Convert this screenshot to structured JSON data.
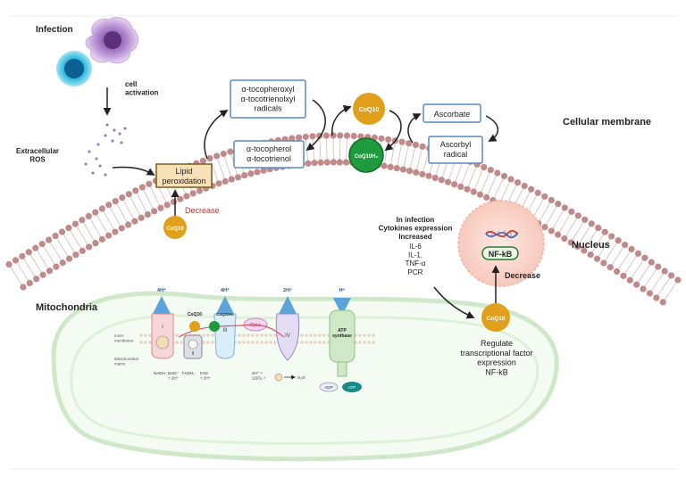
{
  "labels": {
    "infection": "Infection",
    "cell_activation": "cell\nactivation",
    "extracellular_ros": "Extracellular\nROS",
    "lipid_peroxidation": "Lipid\nperoxidation",
    "decrease": "Decrease",
    "coq10": "CoQ10",
    "coq10h2": "CoQ10H₂",
    "tocopheroxyl": "α-tocopheroxyl\nα-tocotrienolxyl\nradicals",
    "tocopherol": "α-tocopherol\nα-tocotrienol",
    "ascorbate": "Ascorbate",
    "ascorbyl": "Ascorbyl\nradical",
    "cellular_membrane": "Cellular membrane",
    "nucleus": "Nucleus",
    "nfkb": "NF-kB",
    "nucleus_decrease": "Decrease",
    "infection_block_title": "In infection\nCytokines expression\nIncreased",
    "infection_block_items": "IL-6\nIL-1,\nTNF-α\nPCR",
    "regulate": "Regulate\ntranscriptional factor\nexpression\nNF-kB",
    "mitochondria": "Mitochondria",
    "inner_membrane": "Inner\nmembrane",
    "mito_matrix": "Mitochondrial\nmatrix",
    "proton_4h_1": "4H⁺",
    "proton_4h_2": "4H⁺",
    "proton_2h": "2H⁺",
    "proton_h": "H⁺",
    "cyt_c": "Cyt c",
    "atp_synthase": "ATP\nsynthase",
    "nadh": "NADH",
    "nad_plus": "NAD⁺\n+ 2H⁺",
    "fadh2": "FADH₂",
    "fad": "FAD\n+ 2H⁺",
    "o2_eq": "2H⁺ +\n1/2O₂ +",
    "h2o": "H₂O",
    "adp": "ADP",
    "atp": "ATP",
    "complex_roman": [
      "I",
      "II",
      "III",
      "IV"
    ]
  },
  "colors": {
    "coq10_orange": "#e0a01c",
    "coq10h2_green": "#1f9a3c",
    "membrane": "#c08a8a",
    "lipid_box": "#f6dfb3",
    "blue_box": "#5b8ac6",
    "mito_green": "#c9e6c2",
    "nucleus_fill": "#fbdcd4",
    "proton_arrow": "#5ba3d9"
  },
  "icons": [
    "macrophage-cell-icon",
    "lymphocyte-cell-icon",
    "dna-icon",
    "ros-particles-icon"
  ]
}
